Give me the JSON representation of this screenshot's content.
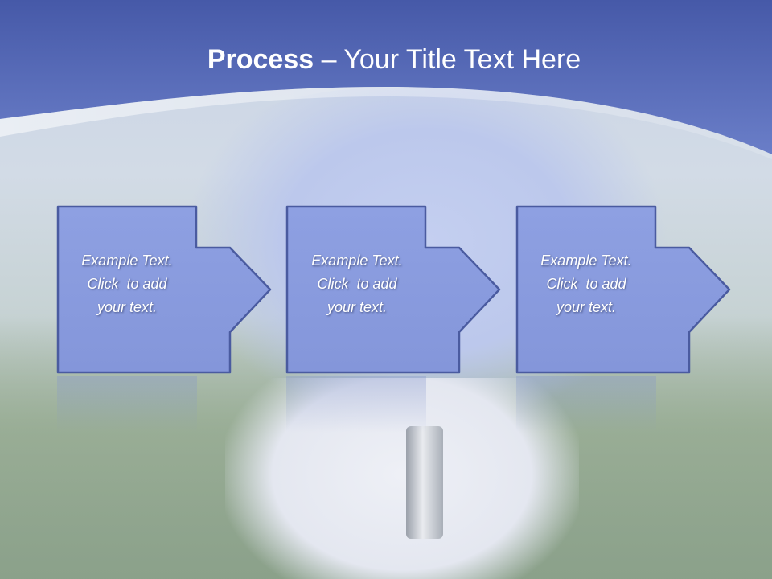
{
  "slide": {
    "title_bold": "Process",
    "title_rest": " – Your Title Text Here",
    "colors": {
      "header": "#4b5fae",
      "header_light": "#6e82cc",
      "box_fill": "#8b9de0",
      "box_stroke": "#4a5ba0"
    },
    "steps": [
      {
        "line1": "Example Text.",
        "line2": "Click  to add",
        "line3": "your text."
      },
      {
        "line1": "Example Text.",
        "line2": "Click  to add",
        "line3": "your text."
      },
      {
        "line1": "Example Text.",
        "line2": "Click  to add",
        "line3": "your text."
      }
    ]
  }
}
